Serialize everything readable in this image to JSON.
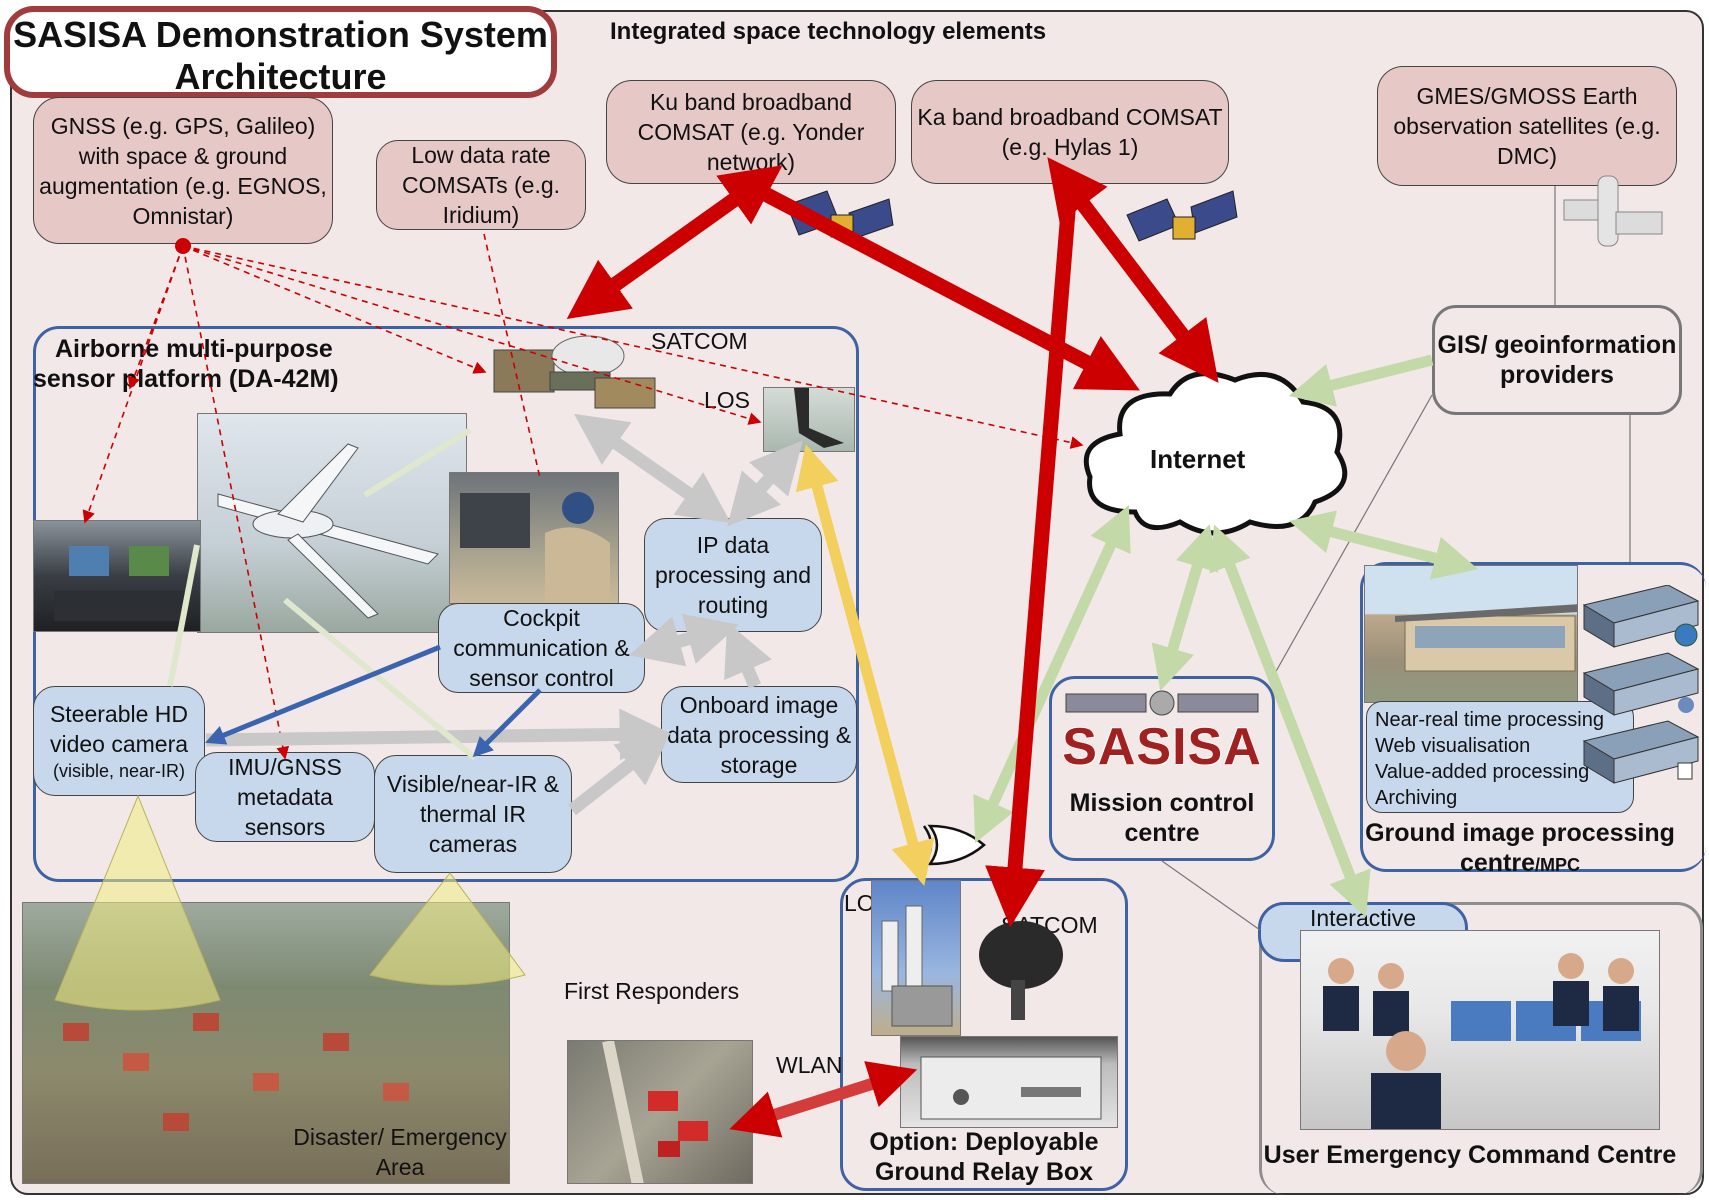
{
  "title": "SASISA Demonstration System Architecture",
  "subtitle": "Integrated space technology elements",
  "space": {
    "gnss": "GNSS (e.g. GPS, Galileo) with space & ground augmentation (e.g. EGNOS, Omnistar)",
    "low_rate": "Low data rate COMSATs (e.g. Iridium)",
    "ku": "Ku band broadband COMSAT (e.g. Yonder network)",
    "ka": "Ka band broadband COMSAT (e.g. Hylas 1)",
    "gmes": "GMES/GMOSS Earth observation satellites (e.g. DMC)"
  },
  "airborne": {
    "title_line1": "Airborne multi-purpose",
    "title_line2": "sensor platform (DA-42M)",
    "satcom": "SATCOM",
    "los": "LOS",
    "ip": "IP data processing and routing",
    "cockpit": "Cockpit communication & sensor control",
    "camera_main": "Steerable HD video camera",
    "camera_sub": "(visible, near-IR)",
    "imu": "IMU/GNSS metadata sensors",
    "cameras_ir": "Visible/near-IR & thermal IR cameras",
    "onboard": "Onboard image data processing & storage"
  },
  "internet": "Internet",
  "gis": "GIS/ geoinformation providers",
  "mission": {
    "logo": "SASISA",
    "label": "Mission control centre"
  },
  "ground_image": {
    "items": [
      "Near-real time processing",
      "Web visualisation",
      "Value-added processing",
      "Archiving"
    ],
    "label_main": "Ground image processing centre",
    "label_suffix": "/MPC"
  },
  "relay": {
    "los": "LOS",
    "satcom": "SATCOM",
    "label": "Option: Deployable Ground Relay Box"
  },
  "user_centre": {
    "interactive": "Interactive visualisation",
    "label": "User  Emergency Command Centre"
  },
  "first_responders": "First Responders",
  "wlan": "WLAN",
  "disaster": "Disaster/ Emergency Area",
  "colors": {
    "satcom_red": "#cc0000",
    "los_yellow": "#f3cf5e",
    "internet_green": "#c3d9a8",
    "internal_gray": "#c8c8c8",
    "control_blue": "#3a64b0",
    "panel_blue": "#3d63a3",
    "title_border": "#a13c3c"
  }
}
